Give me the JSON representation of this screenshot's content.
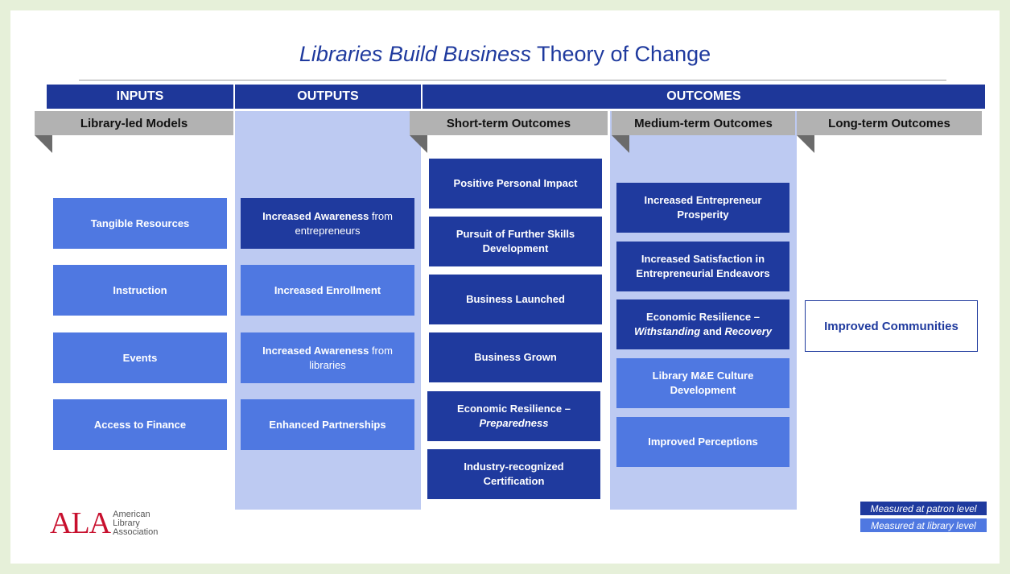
{
  "title": {
    "italic": "Libraries Build Business",
    "rest": "Theory of Change"
  },
  "headers": {
    "inputs": "INPUTS",
    "outputs": "OUTPUTS",
    "outcomes": "OUTCOMES"
  },
  "subheaders": {
    "library_led": "Library-led Models",
    "short": "Short-term Outcomes",
    "medium": "Medium-term Outcomes",
    "long": "Long-term Outcomes"
  },
  "inputs": [
    "Tangible Resources",
    "Instruction",
    "Events",
    "Access to Finance"
  ],
  "outputs": [
    {
      "bold": "Increased Awareness",
      "normal": " from entrepreneurs"
    },
    {
      "bold": "Increased Enrollment",
      "normal": ""
    },
    {
      "bold": "Increased Awareness",
      "normal": " from libraries"
    },
    {
      "bold": "Enhanced Partnerships",
      "normal": ""
    }
  ],
  "short_term": {
    "positive_impact": "Positive Personal Impact",
    "further_skills": "Pursuit of Further Skills Development",
    "launched": "Business Launched",
    "grown": "Business Grown",
    "resilience_prefix": "Economic Resilience –",
    "resilience_italic": "Preparedness",
    "certification": "Industry-recognized Certification"
  },
  "medium_term": {
    "prosperity": "Increased Entrepreneur Prosperity",
    "satisfaction": "Increased Satisfaction in Entrepreneurial Endeavors",
    "resilience_prefix": "Economic Resilience –",
    "resilience_it1": "Withstanding",
    "resilience_and": " and ",
    "resilience_it2": "Recovery",
    "me_culture": "Library M&E Culture Development",
    "perceptions": "Improved Perceptions"
  },
  "long_term": {
    "improved": "Improved Communities"
  },
  "legend": {
    "patron": "Measured at patron level",
    "library": "Measured at library level"
  },
  "logo": {
    "letters": "ALA",
    "line1": "American",
    "line2": "Library",
    "line3": "Association"
  },
  "colors": {
    "dark": "#1f3a9e",
    "light": "#4f78e1",
    "panel": "#bdcaf2",
    "frame": "#e6f0d9"
  }
}
